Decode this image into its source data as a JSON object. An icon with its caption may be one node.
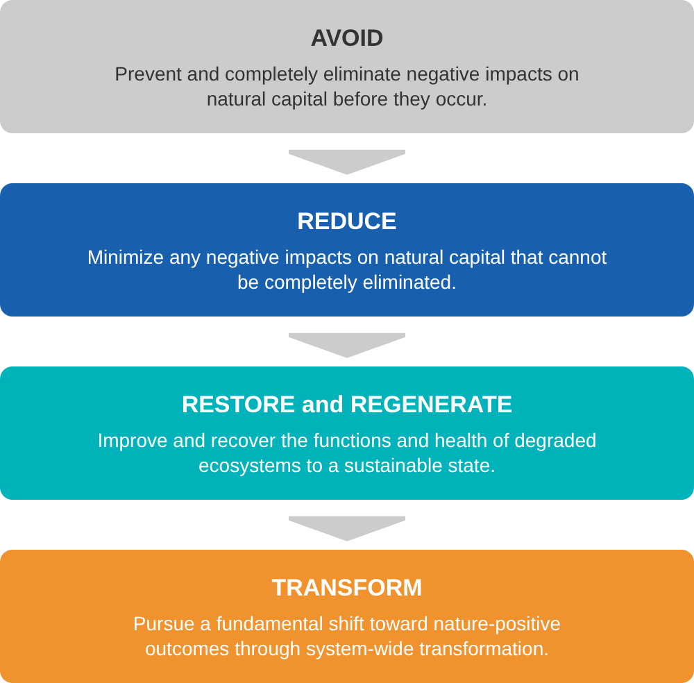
{
  "diagram": {
    "nodes": [
      {
        "text": [
          "AVOID",
          "Prevent and completely eliminate negative impacts on natural capital before they occur."
        ]
      },
      {
        "text": [
          "REDUCE",
          "Minimize any negative impacts on natural capital that cannot be completely eliminated."
        ]
      },
      {
        "text": [
          "RESTORE and REGENERATE",
          "Improve and recover the functions and health of degraded ecosystems to a sustainable state."
        ]
      },
      {
        "text": [
          "TRANSFORM",
          "Pursue a fundamental shift toward nature-positive outcomes through system-wide transformation."
        ]
      }
    ],
    "edges": [
      {
        "from": 0,
        "to": 1,
        "arrow": "to"
      },
      {
        "from": 1,
        "to": 2,
        "arrow": "to"
      },
      {
        "from": 2,
        "to": 3,
        "arrow": "to"
      }
    ]
  }
}
